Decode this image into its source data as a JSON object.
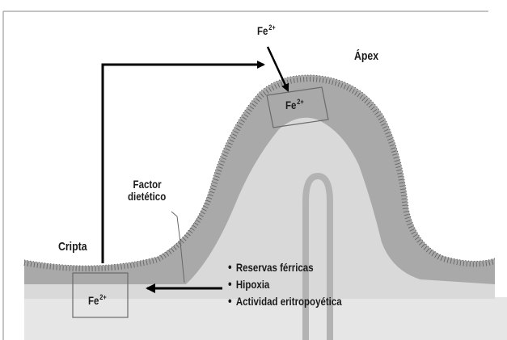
{
  "labels": {
    "top_iron_symbol": "Fe",
    "top_iron_charge": "2+",
    "apex_iron_symbol": "Fe",
    "apex_iron_charge": "2+",
    "crypt_iron_symbol": "Fe",
    "crypt_iron_charge": "2+",
    "apex": "Ápex",
    "crypt": "Cripta",
    "dietary_factor_line1": "Factor",
    "dietary_factor_line2": "dietético"
  },
  "factors": [
    "Reservas férricas",
    "Hipoxia",
    "Actividad eritropoyética"
  ],
  "colors": {
    "epithelium": "#a9a9a9",
    "lamina_propria": "#d9d9d9",
    "vessel": "#b3b3b3",
    "background_band": "#e6e6e6",
    "frame": "#888888",
    "arrow": "#000000"
  }
}
